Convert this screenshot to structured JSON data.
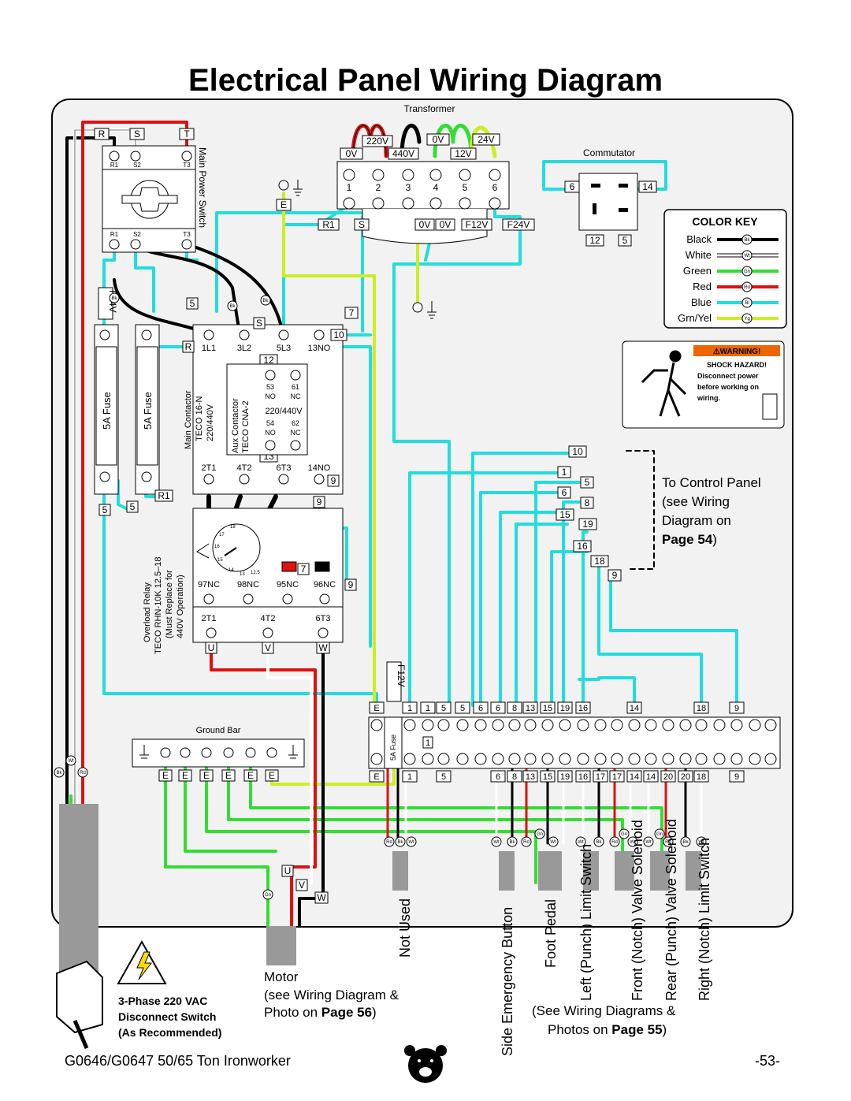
{
  "title": "Electrical Panel Wiring Diagram",
  "transformer_label": "Transformer",
  "transformer_taps": [
    "220V",
    "0V",
    "440V",
    "0V",
    "12V",
    "24V"
  ],
  "transformer_terms": [
    "1",
    "2",
    "3",
    "4",
    "5",
    "6"
  ],
  "transformer_bottom": [
    "R1",
    "S",
    "0V",
    "0V",
    "F12V",
    "F24V"
  ],
  "commutator_label": "Commutator",
  "commutator_terms": [
    "6",
    "14",
    "12",
    "5"
  ],
  "main_switch": {
    "label": "Main Power Switch",
    "terms_top": [
      "R",
      "S",
      "T"
    ],
    "sub_top": [
      "R1",
      "S2",
      "T3"
    ],
    "sub_bottom": [
      "R1",
      "S2",
      "T3"
    ]
  },
  "ground_e": "E",
  "f24v": "F24V",
  "fuse_label": "5A Fuse",
  "fuse_terms": [
    "5",
    "5",
    "R1"
  ],
  "main_contactor": {
    "label1": "Main Contactor",
    "label2": "TECO 16-N",
    "label3": "220/440V",
    "top": [
      "1L1",
      "3L2",
      "5L3",
      "13NO"
    ],
    "bottom": [
      "2T1",
      "4T2",
      "6T3",
      "14NO"
    ],
    "tags": [
      "5",
      "R",
      "S",
      "7",
      "10",
      "12",
      "13",
      "9"
    ]
  },
  "aux_contactor": {
    "label1": "Aux Contactor",
    "label2": "TECO CNA-2",
    "voltage": "220/440V",
    "top": [
      "53",
      "61"
    ],
    "top2": [
      "NO",
      "NC"
    ],
    "bottom": [
      "54",
      "62"
    ],
    "bottom2": [
      "NO",
      "NC"
    ]
  },
  "overload_relay": {
    "label1": "Overload Relay",
    "label2": "TECO RHN-10K 12.5–18",
    "label3": "(Must Replace for",
    "label4": "440V Operation)",
    "dial": [
      "12.5",
      "13",
      "14",
      "15",
      "16",
      "17",
      "18"
    ],
    "nc": [
      "97NC",
      "98NC",
      "95NC",
      "96NC"
    ],
    "t": [
      "2T1",
      "4T2",
      "6T3"
    ],
    "out": [
      "U",
      "V",
      "W"
    ],
    "tags": [
      "9",
      "7",
      "9"
    ]
  },
  "color_key": {
    "title": "COLOR KEY",
    "items": [
      {
        "name": "Black",
        "abbr": "Bk",
        "color": "#000000"
      },
      {
        "name": "White",
        "abbr": "Wt",
        "color": "#ffffff"
      },
      {
        "name": "Green",
        "abbr": "Gn",
        "color": "#33dd33"
      },
      {
        "name": "Red",
        "abbr": "Rd",
        "color": "#dd1111"
      },
      {
        "name": "Blue",
        "abbr": "Bl",
        "color": "#22dddd"
      },
      {
        "name": "Grn/Yel",
        "abbr": "Yg",
        "color": "#ccee22"
      }
    ]
  },
  "warning": {
    "header": "⚠WARNING!",
    "line1": "SHOCK HAZARD!",
    "line2": "Disconnect power",
    "line3": "before working on",
    "line4": "wiring."
  },
  "control_terms_right": [
    "10",
    "1",
    "5",
    "6",
    "8",
    "15",
    "19",
    "16",
    "18",
    "9"
  ],
  "control_panel_note": {
    "line1": "To Control Panel",
    "line2": "(see Wiring",
    "line3": "Diagram on",
    "line4_prefix": "Page ",
    "line4_page": "54",
    "line4_suffix": ")"
  },
  "terminal_top": [
    "E",
    "1",
    "1",
    "5",
    "5",
    "6",
    "6",
    "8",
    "13",
    "15",
    "19",
    "16",
    "14",
    "18",
    "9"
  ],
  "terminal_bottom": [
    "E",
    "1",
    "5",
    "6",
    "8",
    "13",
    "15",
    "19",
    "16",
    "17",
    "17",
    "14",
    "14",
    "20",
    "20",
    "18",
    "9"
  ],
  "terminal_mid": "1",
  "f12v": "F12V",
  "fuse_small": "5A Fuse",
  "ground_bar": {
    "label": "Ground Bar",
    "terms": [
      "E",
      "E",
      "E",
      "E",
      "E",
      "E"
    ]
  },
  "wire_tags": [
    "Bk",
    "Rd",
    "Wt",
    "Gn",
    "Bl"
  ],
  "motor_uvw": [
    "U",
    "V",
    "W"
  ],
  "outputs": [
    "Not Used",
    "Side Emergency Button",
    "Foot Pedal",
    "Left (Punch) Limit Switch",
    "Front (Notch) Valve Solenoid",
    "Rear (Punch) Valve Solenoid",
    "Right (Notch) Limit Switch"
  ],
  "disconnect": {
    "line1": "3-Phase 220 VAC",
    "line2": "Disconnect Switch",
    "line3": "(As Recommended)"
  },
  "motor_note": {
    "line1": "Motor",
    "line2": "(see Wiring Diagram &",
    "line3_prefix": "Photo on ",
    "line3_page": "Page 56",
    "line3_suffix": ")"
  },
  "see_note": {
    "line1": "(See Wiring Diagrams &",
    "line2_prefix": "Photos on ",
    "line2_page": "Page 55",
    "line2_suffix": ")"
  },
  "footer_left": "G0646/G0647 50/65 Ton Ironworker",
  "footer_right": "-53-"
}
